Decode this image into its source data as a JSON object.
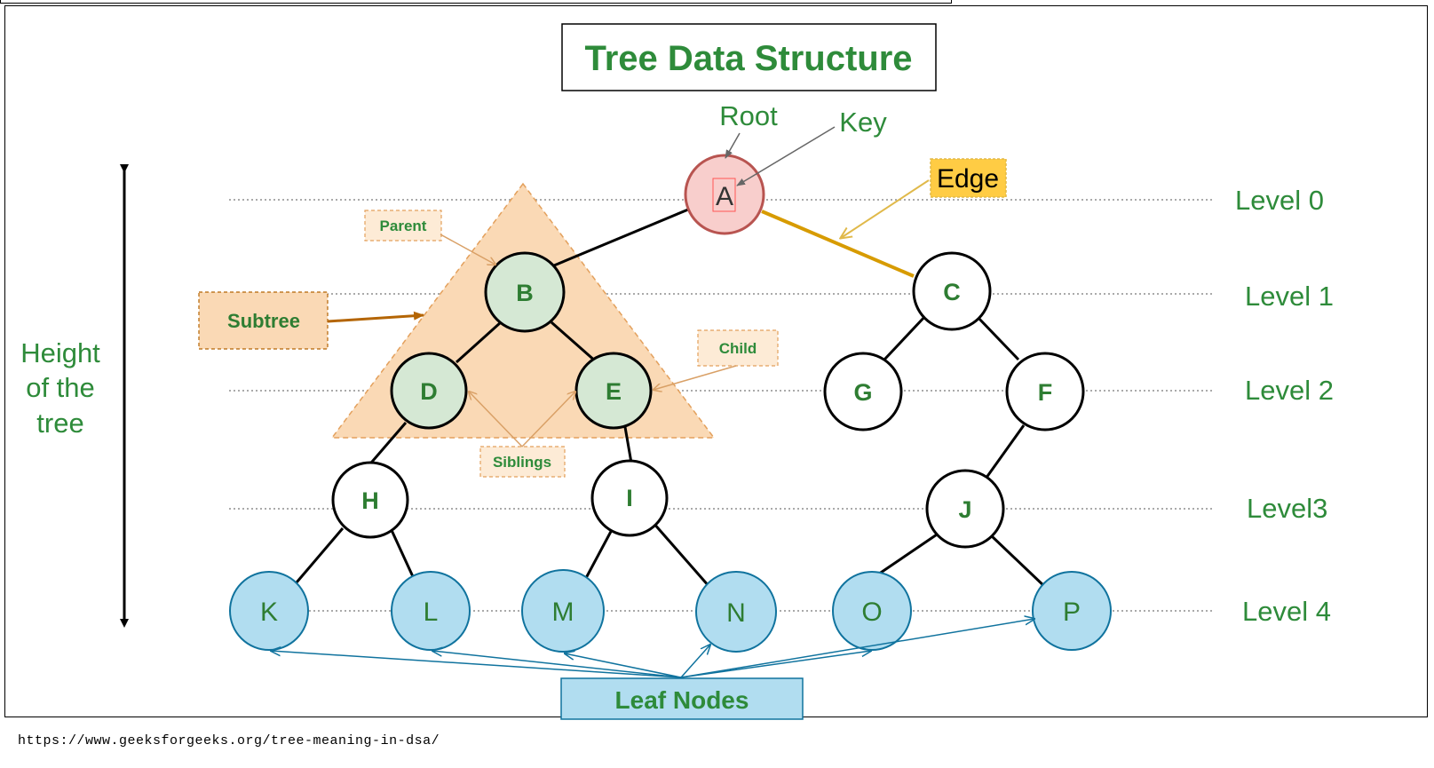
{
  "title": "Tree Data Structure",
  "labels": {
    "root": "Root",
    "key": "Key",
    "edge": "Edge",
    "parent": "Parent",
    "subtree": "Subtree",
    "child": "Child",
    "siblings": "Siblings",
    "leaf_nodes": "Leaf Nodes",
    "height": [
      "Height",
      "of the",
      "tree"
    ]
  },
  "levels": [
    "Level 0",
    "Level 1",
    "Level 2",
    "Level3",
    "Level 4"
  ],
  "nodes": {
    "A": "A",
    "B": "B",
    "C": "C",
    "D": "D",
    "E": "E",
    "G": "G",
    "F": "F",
    "H": "H",
    "I": "I",
    "J": "J",
    "K": "K",
    "L": "L",
    "M": "M",
    "N": "N",
    "O": "O",
    "P": "P"
  },
  "colors": {
    "green_text": "#2e8b3a",
    "root_fill": "#f8cecc",
    "root_stroke": "#b85450",
    "subtree_fill": "#fad9b5",
    "subtree_node_fill": "#d5e8d4",
    "leaf_fill": "#b1ddf0",
    "leaf_stroke": "#10739e",
    "edge_highlight": "#d79b00",
    "edge_label_bg": "#ffcc44"
  },
  "source_url": "https://www.geeksforgeeks.org/tree-meaning-in-dsa/"
}
